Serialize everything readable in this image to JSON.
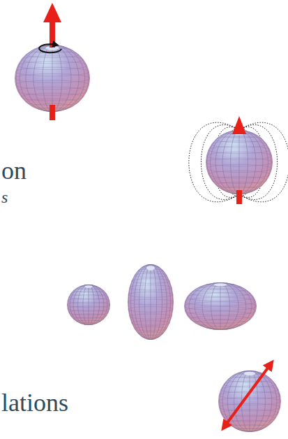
{
  "diagram": {
    "labels": [
      "on",
      "s",
      "lations"
    ]
  }
}
